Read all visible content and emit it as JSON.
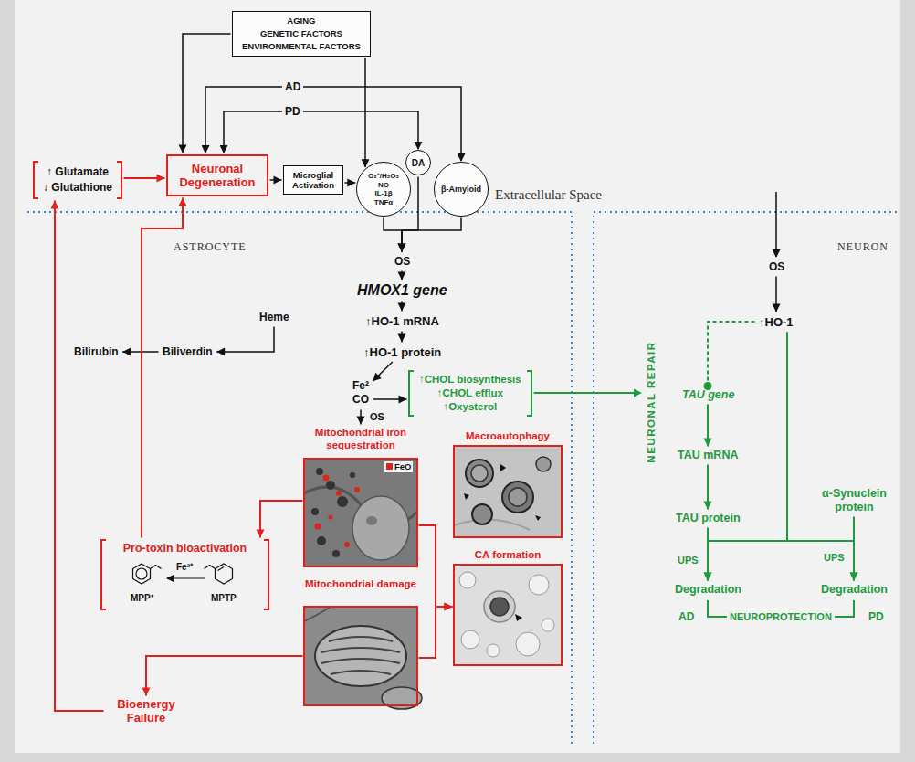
{
  "diagram": {
    "nodes": [
      {
        "text": [
          "AGING",
          "GENETIC FACTORS",
          "ENVIRONMENTAL FACTORS"
        ]
      },
      {
        "text": [
          "↑ Glutamate",
          "↓ Glutathione"
        ]
      },
      {
        "text": [
          "Neuronal Degeneration"
        ]
      },
      {
        "text": [
          "Microglial Activation"
        ]
      },
      {
        "text": [
          "O₂⁻/H₂O₂",
          "NO",
          "IL-1β",
          "TNFα"
        ]
      },
      {
        "text": [
          "DA"
        ]
      },
      {
        "text": [
          "β-Amyloid"
        ]
      },
      {
        "text": [
          "OS"
        ]
      },
      {
        "text": [
          "HMOX1 gene"
        ]
      },
      {
        "text": [
          "↑HO-1 mRNA"
        ]
      },
      {
        "text": [
          "Heme"
        ]
      },
      {
        "text": [
          "↑HO-1 protein"
        ]
      },
      {
        "text": [
          "Biliverdin"
        ]
      },
      {
        "text": [
          "Bilirubin"
        ]
      },
      {
        "text": [
          "Fe²",
          "CO"
        ]
      },
      {
        "text": [
          "↑CHOL biosynthesis",
          "↑CHOL efflux",
          "↑Oxysterol"
        ]
      },
      {
        "text": [
          "Mitochondrial iron sequestration"
        ]
      },
      {
        "text": [
          "Macroautophagy"
        ]
      },
      {
        "text": [
          "Pro-toxin bioactivation",
          "MPP⁺",
          "Fe²⁺",
          "MPTP"
        ]
      },
      {
        "text": [
          "CA formation"
        ]
      },
      {
        "text": [
          "Mitochondrial damage"
        ]
      },
      {
        "text": [
          "Bioenergy Failure"
        ]
      },
      {
        "text": [
          "OS"
        ]
      },
      {
        "text": [
          "↑HO-1"
        ]
      },
      {
        "text": [
          "TAU gene"
        ]
      },
      {
        "text": [
          "TAU mRNA"
        ]
      },
      {
        "text": [
          "TAU protein"
        ]
      },
      {
        "text": [
          "α-Synuclein protein"
        ]
      },
      {
        "text": [
          "Degradation"
        ]
      },
      {
        "text": [
          "Degradation"
        ]
      }
    ],
    "edges": [
      {
        "from": 0,
        "to": 2,
        "arrow": "to"
      },
      {
        "from": 0,
        "to": 4,
        "arrow": "to"
      },
      {
        "from": 1,
        "to": 2,
        "arrow": "to"
      },
      {
        "from": 2,
        "to": 3,
        "arrow": "to"
      },
      {
        "from": 3,
        "to": 4,
        "arrow": "to"
      },
      {
        "from": 4,
        "to": 7,
        "arrow": "to"
      },
      {
        "from": 5,
        "to": 7,
        "arrow": "to"
      },
      {
        "from": 6,
        "to": 7,
        "arrow": "to"
      },
      {
        "from": 7,
        "to": 8,
        "arrow": "to"
      },
      {
        "from": 8,
        "to": 9,
        "arrow": "to"
      },
      {
        "from": 9,
        "to": 11,
        "arrow": "to"
      },
      {
        "from": 10,
        "to": 12,
        "arrow": "to"
      },
      {
        "from": 12,
        "to": 13,
        "arrow": "to"
      },
      {
        "from": 11,
        "to": 14,
        "arrow": "to"
      },
      {
        "from": 14,
        "to": 15,
        "arrow": "to"
      },
      {
        "from": 14,
        "to": 16,
        "label": "OS",
        "arrow": "to"
      },
      {
        "from": 16,
        "to": 18,
        "arrow": "to"
      },
      {
        "from": 18,
        "to": 2,
        "arrow": "to"
      },
      {
        "from": 20,
        "to": 21,
        "arrow": "to"
      },
      {
        "from": 21,
        "to": 1,
        "arrow": "to"
      },
      {
        "from": 16,
        "to": 19,
        "arrow": "to"
      },
      {
        "from": 20,
        "to": 19,
        "arrow": "to"
      },
      {
        "from": 22,
        "to": 23,
        "arrow": "to"
      },
      {
        "from": 23,
        "to": 24,
        "arrow": "to"
      },
      {
        "from": 24,
        "to": 25,
        "arrow": "to"
      },
      {
        "from": 25,
        "to": 26,
        "arrow": "to"
      },
      {
        "from": 26,
        "to": 28,
        "label": "UPS",
        "arrow": "to"
      },
      {
        "from": 27,
        "to": 29,
        "label": "UPS",
        "arrow": "to"
      },
      {
        "from": 23,
        "to": 28,
        "arrow": "to"
      },
      {
        "from": 23,
        "to": 29,
        "arrow": "to"
      }
    ],
    "labels": [
      "Extracellular Space",
      "ASTROCYTE",
      "NEURON",
      "AD",
      "PD",
      "NEURONAL REPAIR",
      "AD",
      "NEUROPROTECTION",
      "PD"
    ],
    "legend": [
      {
        "text": "FeO",
        "color": "#e0201b"
      }
    ]
  }
}
